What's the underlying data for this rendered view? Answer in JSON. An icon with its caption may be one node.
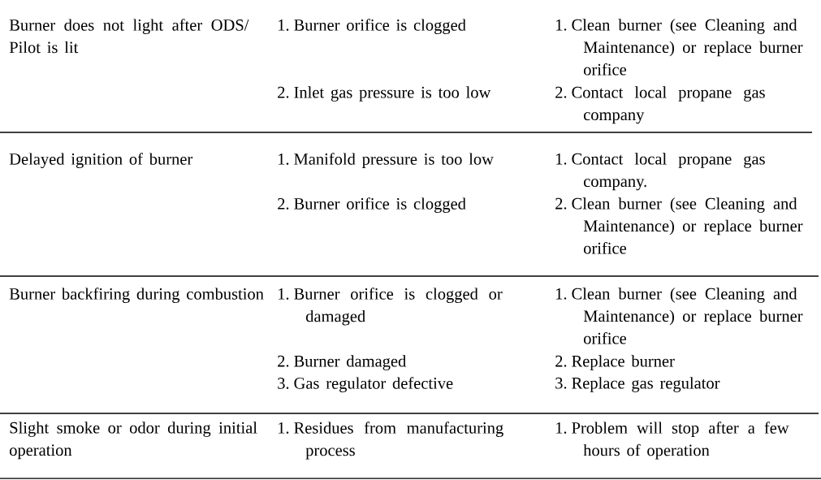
{
  "diagram": {
    "labels": [
      "Burner does not light after ODS/ Pilot is lit",
      "1. Burner orifice is clogged",
      "1. Clean burner (see Cleaning and Maintenance) or replace burner orifice",
      "2. Inlet gas pressure is too low",
      "2. Contact local propane gas company",
      "Delayed ignition of burner",
      "1. Manifold pressure is too low",
      "1. Contact local propane gas company.",
      "2. Burner orifice is clogged",
      "2. Clean burner (see Cleaning and Maintenance) or replace burner orifice",
      "Burner backfiring during combustion",
      "1. Burner orifice is clogged or damaged",
      "1. Clean burner (see Cleaning and Maintenance) or replace burner orifice",
      "2. Burner damaged",
      "2. Replace burner",
      "3. Gas regulator defective",
      "3. Replace gas regulator",
      "Slight smoke or odor during initial operation",
      "1. Residues from manufacturing process",
      "1. Problem will stop after a few hours of operation"
    ]
  }
}
